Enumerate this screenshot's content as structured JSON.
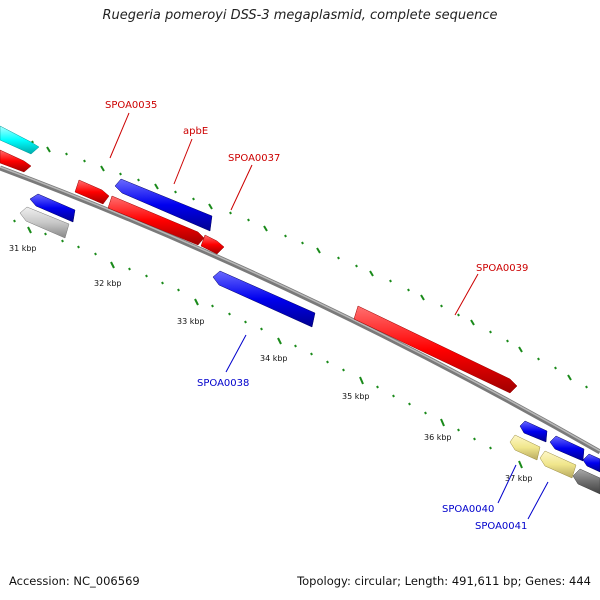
{
  "title": "Ruegeria pomeroyi DSS-3 megaplasmid, complete sequence",
  "footer": {
    "accession": "Accession: NC_006569",
    "summary": "Topology: circular; Length: 491,611 bp; Genes: 444"
  },
  "scale_labels": [
    "31 kbp",
    "32 kbp",
    "33 kbp",
    "34 kbp",
    "35 kbp",
    "36 kbp",
    "37 kbp"
  ],
  "gene_labels": {
    "spoa0035": "SPOA0035",
    "apbe": "apbE",
    "spoa0037": "SPOA0037",
    "spoa0038": "SPOA0038",
    "spoa0039": "SPOA0039",
    "spoa0040": "SPOA0040",
    "spoa0041": "SPOA0041"
  },
  "colors": {
    "forward_red": "#ff0000",
    "reverse_blue": "#0000ee",
    "cyan": "#00ffff",
    "gray": "#c8c8c8",
    "khaki": "#f0e68c",
    "tick_green": "#1a8a1a",
    "backbone": "#888888",
    "label_red": "#cc0000",
    "label_blue": "#0000cc"
  }
}
